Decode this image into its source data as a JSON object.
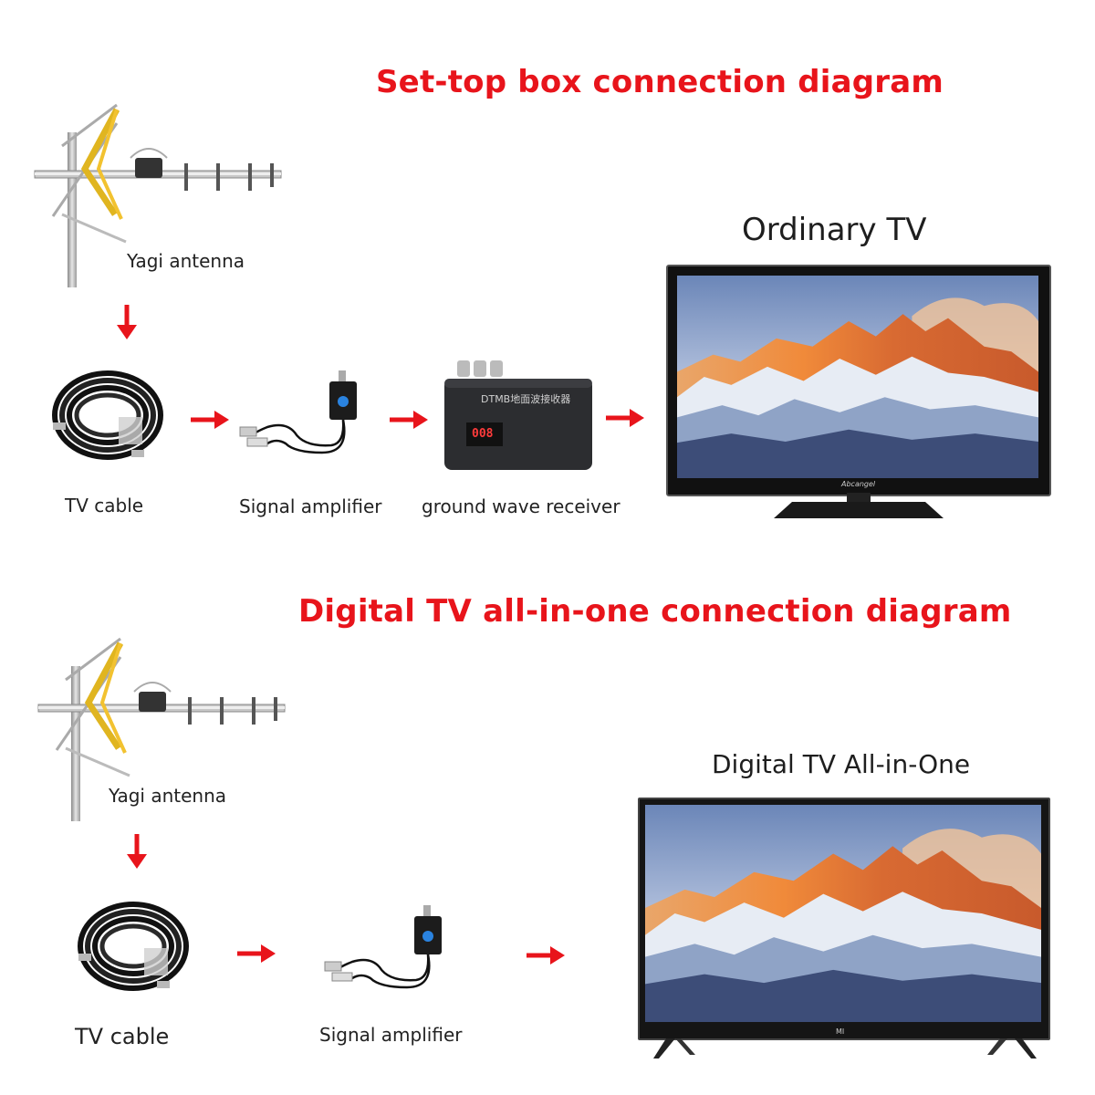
{
  "diagrams": [
    {
      "title": "Set-top box connection diagram",
      "devices": {
        "antenna": "Yagi antenna",
        "cable": "TV cable",
        "amplifier": "Signal amplifier",
        "receiver": "ground wave receiver",
        "tv": "Ordinary TV"
      },
      "receiver_display": "008",
      "receiver_text": "DTMB地面波接收器",
      "tv_brand": "Abcangel"
    },
    {
      "title": "Digital TV all-in-one connection diagram",
      "devices": {
        "antenna": "Yagi antenna",
        "cable": "TV cable",
        "amplifier": "Signal amplifier",
        "tv": "Digital TV All-in-One"
      },
      "tv_brand": "MI"
    }
  ],
  "colors": {
    "accent": "#e8141b",
    "arrow": "#e8141b"
  }
}
